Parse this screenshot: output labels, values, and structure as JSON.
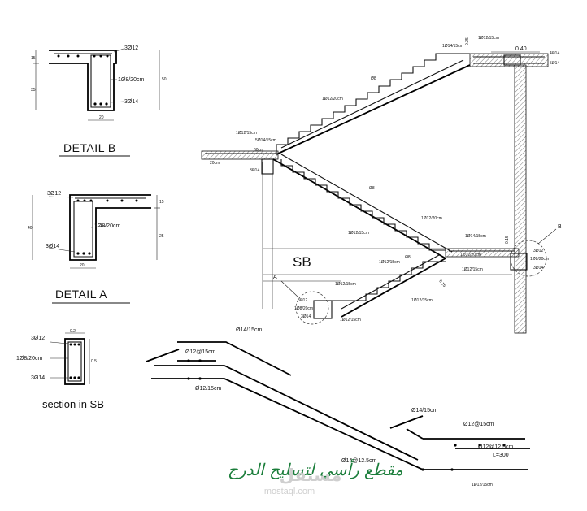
{
  "detail_b": {
    "title": "DETAIL B",
    "top_bars": "3Ø12",
    "stirrups": "1Ø8/20cm",
    "bottom_bars": "3Ø14",
    "dim_left_top": "15",
    "dim_left_bottom": "35",
    "dim_right": "50",
    "dim_width": "20"
  },
  "detail_a": {
    "title": "DETAIL A",
    "top_bars": "3Ø12",
    "stirrups": "1Ø8/20cm",
    "bottom_bars": "3Ø14",
    "dim_left": "40",
    "dim_right_top": "15",
    "dim_right_bottom": "25",
    "dim_width": "20"
  },
  "section_sb": {
    "title": "section in SB",
    "top_bars": "3Ø12",
    "stirrups": "1Ø8/20cm",
    "bottom_bars": "3Ø14",
    "dim_width": "0.2",
    "dim_height": "0.5"
  },
  "elevation": {
    "beam_label": "SB",
    "label_a": "A",
    "label_b": "B",
    "dim_025": "0.25",
    "dim_040": "0.40",
    "dim_015_right": "0.15",
    "dim_015_mid": "0.15",
    "dim_20cm": "20cm",
    "dim_60cm": "60cm",
    "bars": {
      "top_flight_top": "1Ø12/15cm",
      "top_flight_main": "1Ø14/15cm",
      "top_flight_dist": "1Ø12/20cm",
      "landing_top": "1Ø12/15cm",
      "landing_dist": "5Ø14/15cm",
      "landing_bottom": "3Ø14",
      "phi8_a": "Ø8",
      "phi8_b": "Ø8",
      "phi8_c": "Ø8",
      "mid_flight_dist": "1Ø12/20cm",
      "mid_flight_main": "1Ø12/15cm",
      "mid_landing_main": "1Ø14/15cm",
      "mid_landing_dist": "1Ø12/20cm",
      "mid_landing_bottom": "1Ø12/15cm",
      "right_beam_top": "3Ø12",
      "right_beam_stirrup": "1Ø8/20cm",
      "right_beam_bottom": "3Ø14",
      "low_flight_top": "1Ø12/15cm",
      "low_flight_main": "1Ø12/15cm",
      "low_beam_top": "3Ø12",
      "low_beam_stirrup": "1Ø8/20cm",
      "low_beam_bottom": "3Ø14",
      "low_flight_bottom": "1Ø12/15cm",
      "right_top_label_a": "4Ø14",
      "right_top_label_b": "5Ø14"
    }
  },
  "lower_diagram": {
    "bar_top": "Ø14/15cm",
    "bar_a": "Ø12@15cm",
    "bar_b": "Ø12/15cm",
    "bar_c": "Ø14/15cm",
    "bar_d": "Ø12@15cm",
    "bar_e": "Ø12@12.5cm",
    "bar_len": "L=300",
    "bar_bottom": "Ø14@12.5cm",
    "bar_f": "1Ø12/15cm"
  },
  "caption": {
    "arabic_title": "مقطع رأسي لتسليح الدرج"
  },
  "watermark": {
    "logo": "مستقل",
    "site": "mostaql.com"
  }
}
